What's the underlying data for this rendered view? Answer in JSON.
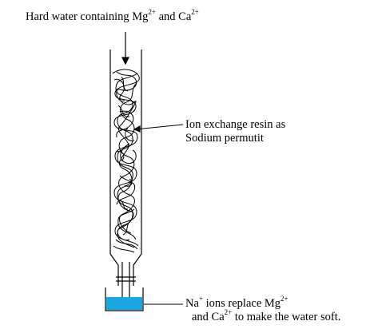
{
  "labels": {
    "inflow": {
      "text": "Hard water containing Mg",
      "sup1": "2+",
      "mid": " and Ca",
      "sup2": "2+"
    },
    "resin": {
      "line1": "Ion exchange resin as",
      "line2": "Sodium permutit"
    },
    "outflow": {
      "pre1": "Na",
      "sup_na": "+",
      "mid1": " ions replace Mg",
      "sup_mg": "2+",
      "pre2": "and Ca",
      "sup_ca": "2+",
      "post2": " to make the water soft."
    }
  },
  "colors": {
    "ink": "#000000",
    "soft_water": "#1aa7e0",
    "background": "#ffffff"
  }
}
